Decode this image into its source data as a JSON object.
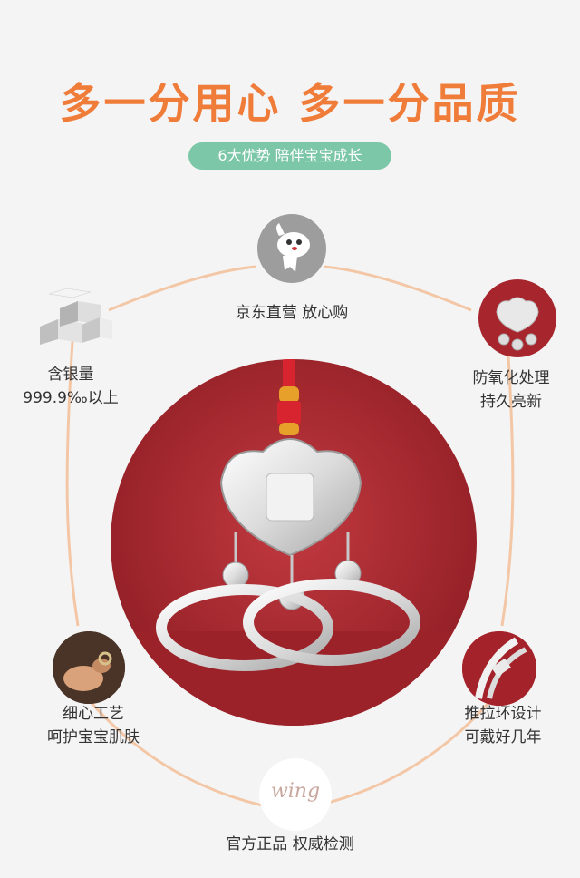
{
  "headline": "多一分用心 多一分品质",
  "subtitle": "6大优势 陪伴宝宝成长",
  "features": {
    "top": "京东直营 放心购",
    "left_top": [
      "含银量",
      "999.9‰以上"
    ],
    "right_top": [
      "防氧化处理",
      "持久亮新"
    ],
    "left_bottom": [
      "细心工艺",
      "呵护宝宝肌肤"
    ],
    "right_bottom": [
      "推拉环设计",
      "可戴好几年"
    ],
    "bottom": "官方正品 权威检测"
  },
  "logo_text": "wing",
  "colors": {
    "headline": "#f07c3a",
    "pill": "#7cc7a8",
    "frame": "#f3c7a6",
    "red": "#b5262f"
  }
}
